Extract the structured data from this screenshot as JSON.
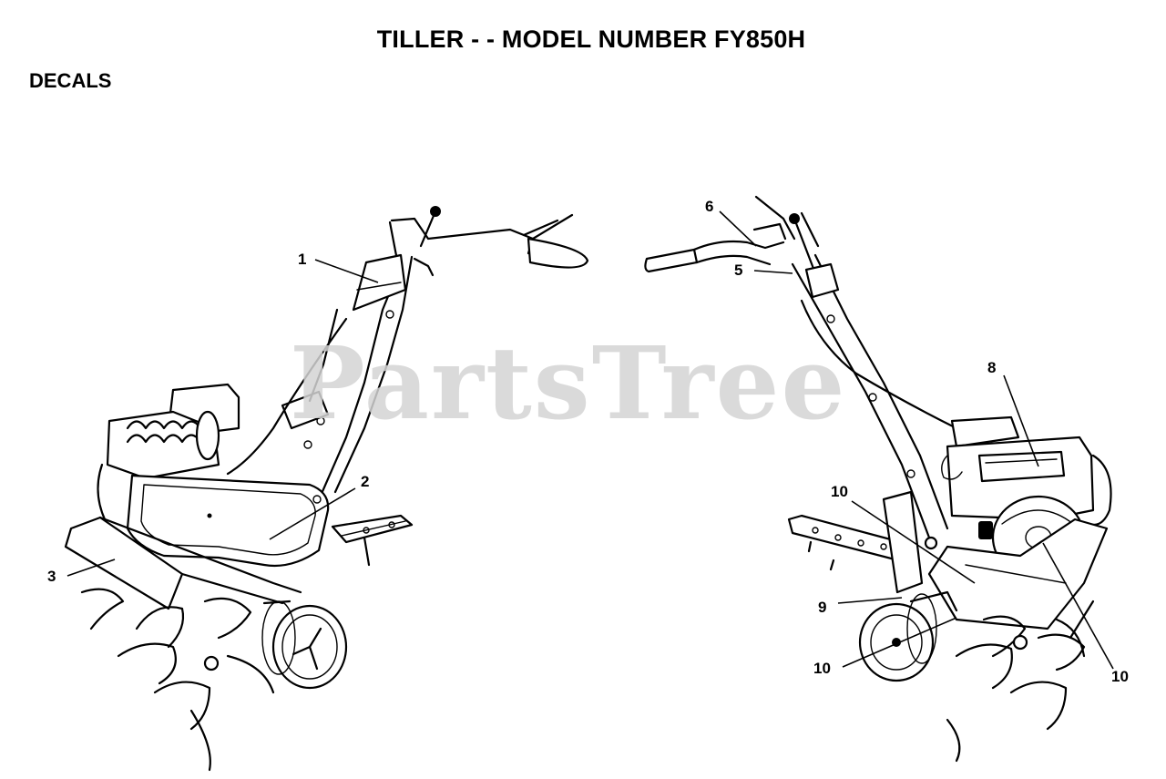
{
  "header": {
    "title": "TILLER - - MODEL NUMBER FY850H",
    "section": "DECALS"
  },
  "watermark": "PartsTree",
  "callouts": {
    "c1": "1",
    "c2": "2",
    "c3": "3",
    "c5": "5",
    "c6": "6",
    "c8": "8",
    "c9": "9",
    "c10a": "10",
    "c10b": "10",
    "c10c": "10"
  }
}
